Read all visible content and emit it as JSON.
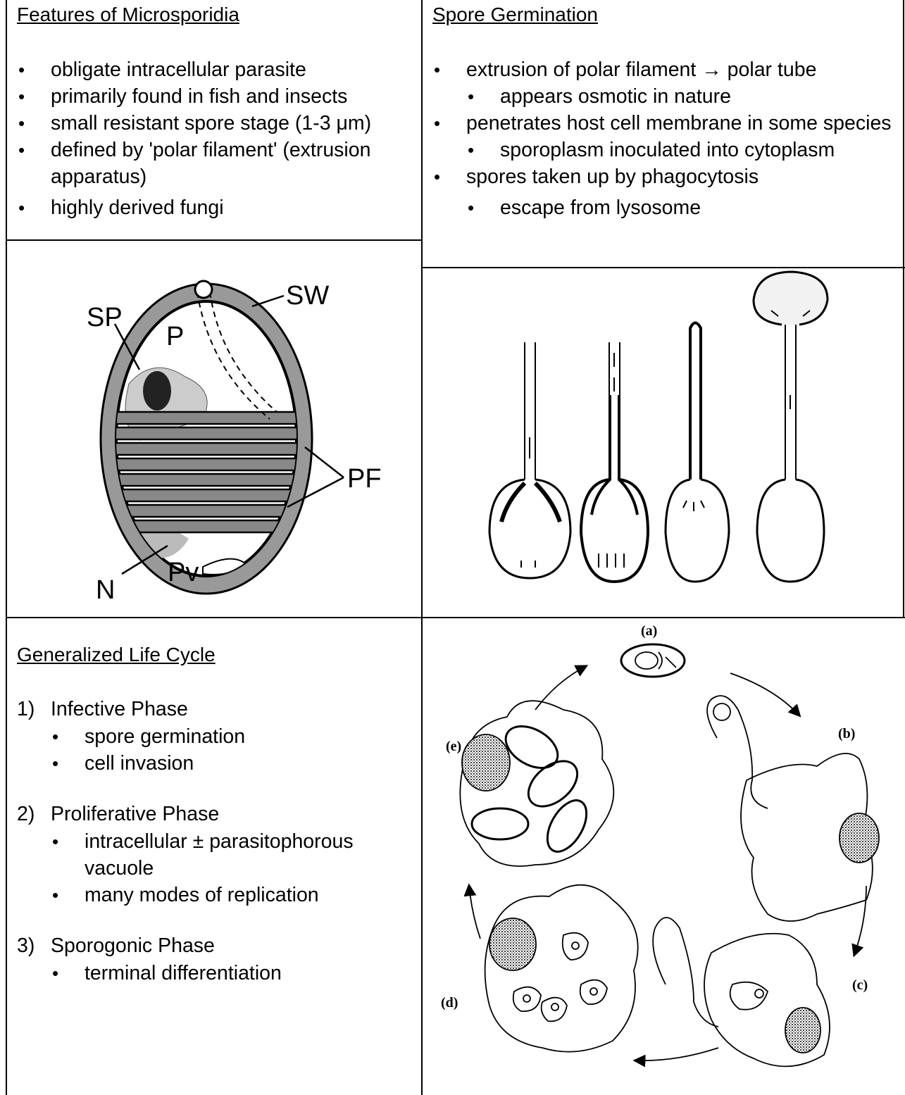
{
  "features": {
    "title": "Features of Microsporidia",
    "items": [
      "obligate intracellular parasite",
      "primarily found in fish and insects",
      "small resistant spore stage (1-3 μm)",
      "defined by 'polar filament' (extrusion apparatus)",
      "highly derived fungi"
    ]
  },
  "germination": {
    "title": "Spore Germination",
    "items": [
      {
        "text": "extrusion of polar filament → polar tube",
        "level": 1
      },
      {
        "text": "appears osmotic in nature",
        "level": 2
      },
      {
        "text": "penetrates host cell membrane in some species",
        "level": 1
      },
      {
        "text": "sporoplasm inoculated into cytoplasm",
        "level": 2
      },
      {
        "text": "spores taken up by phagocytosis",
        "level": 1
      },
      {
        "text": "escape from lysosome",
        "level": 2
      }
    ]
  },
  "spore_diagram": {
    "labels": {
      "sp": "SP",
      "sw": "SW",
      "p": "P",
      "pf": "PF",
      "pv": "Pv",
      "n": "N"
    }
  },
  "lifecycle": {
    "title": "Generalized Life Cycle",
    "phases": [
      {
        "num": "1)",
        "name": "Infective Phase",
        "items": [
          "spore germination",
          "cell invasion"
        ]
      },
      {
        "num": "2)",
        "name": "Proliferative Phase",
        "items": [
          "intracellular ± parasitophorous vacuole",
          "many modes of replication"
        ]
      },
      {
        "num": "3)",
        "name": "Sporogonic Phase",
        "items": [
          "terminal differentiation"
        ]
      }
    ]
  },
  "cycle_diagram": {
    "labels": {
      "a": "(a)",
      "b": "(b)",
      "c": "(c)",
      "d": "(d)",
      "e": "(e)"
    }
  }
}
